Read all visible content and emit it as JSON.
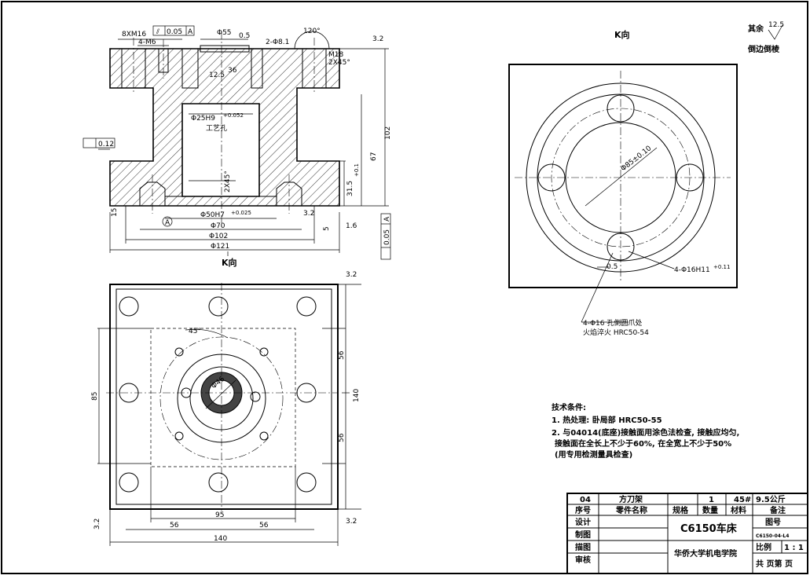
{
  "section_view": {
    "dims": {
      "thread": "8XM16",
      "screw": "4-M6",
      "tol_box_sym": "⫽",
      "tol_box_val": "0.05",
      "tol_box_ref": "A",
      "top_dia": "Φ55",
      "top_small": "0.5",
      "hole_2": "2-Φ8.1",
      "angle_120": "120°",
      "roughness_32": "3.2",
      "roughness_125": "12.5",
      "depth_36": "36",
      "bore": "Φ25H9",
      "bore_tol": "+0.052",
      "bore_note": "工艺孔",
      "chamfer": "2X45°",
      "bore50": "Φ50H7",
      "bore50_tol": "+0.025",
      "d70": "Φ70",
      "d102": "Φ102",
      "d121": "Φ121",
      "h102": "102",
      "h67": "67",
      "h31": "31.5",
      "h31_tol": "+0.1",
      "h5": "5",
      "h15": "15",
      "flat_val": "0.12",
      "small_val": "1.6",
      "perp_val": "0.05",
      "perp_ref": "A",
      "datum": "A",
      "thread_detail": "M18",
      "thread_detail2": "2X45°"
    }
  },
  "k_label_bottom": "K向",
  "k_view": {
    "title": "K向",
    "d85": "Φ85±0.10",
    "holes": "4-Φ16H11",
    "holes_tol": "+0.11",
    "spacing": "0.5",
    "note_line1": "4-Φ16  孔倒圆爪处",
    "note_line2": "火焰淬火  HRC50-54"
  },
  "plan_view": {
    "angle": "45°",
    "d_center": "Φ46",
    "roughness": "3.2",
    "dims": {
      "d85": "85",
      "d56a": "56",
      "d140r": "140",
      "d56b": "56",
      "w95": "95",
      "w56a": "56",
      "w56b": "56",
      "w140": "140",
      "r32a": "3.2",
      "r32b": "3.2"
    }
  },
  "corner_note": {
    "label": "其余",
    "value": "12.5",
    "sub": "倒边倒棱"
  },
  "tech": {
    "title": "技术条件:",
    "line1": "1. 热处理: 卧局部 HRC50-55",
    "line2": "2. 与04014(底座)接触面用涂色法检查, 接触应均匀,",
    "line3": "接触面在全长上不少于60%, 在全宽上不少于50%",
    "line4": "(用专用检测量具检查)"
  },
  "title_block": {
    "row1": [
      "04",
      "方刀架",
      "",
      "1",
      "45#",
      "9.5公斤"
    ],
    "row2": [
      "序号",
      "零件名称",
      "规格",
      "数量",
      "材料",
      "备注"
    ],
    "design": "设计",
    "draw": "制图",
    "trace": "描图",
    "review": "审核",
    "part_title": "C6150车床",
    "drawing_no_label": "图号",
    "drawing_no": "C6150-04-L4",
    "scale_label": "比例",
    "scale": "1 : 1",
    "school": "华侨大学机电学院",
    "sheets": "共 页第 页"
  }
}
